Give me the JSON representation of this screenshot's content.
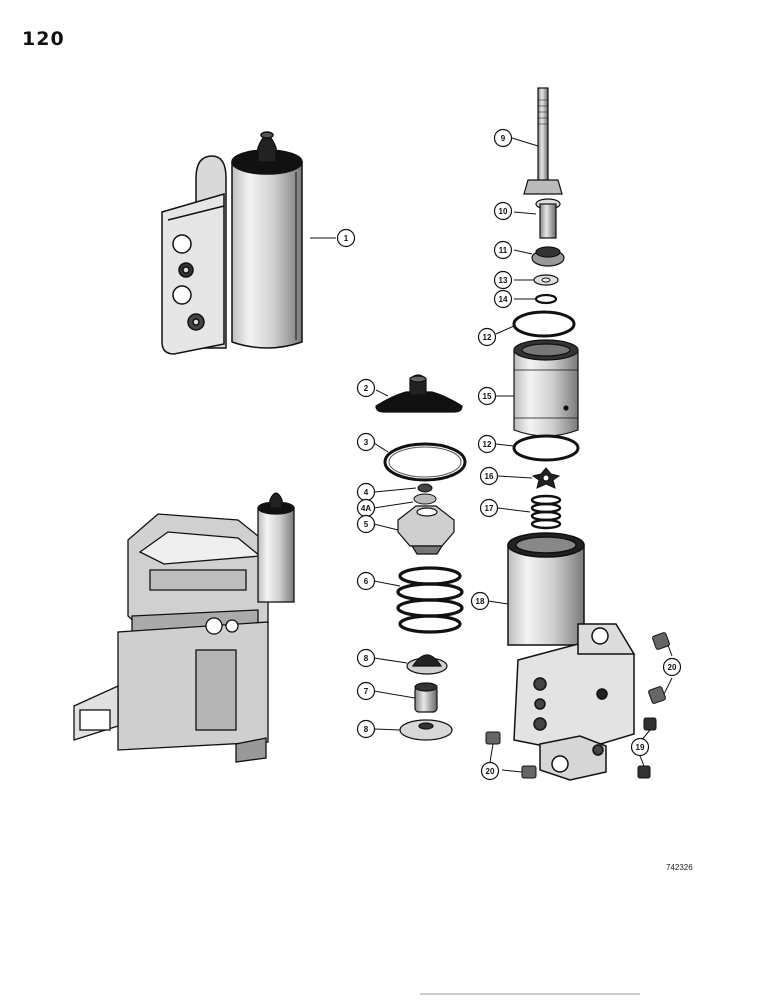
{
  "page": {
    "number": "120",
    "figure_code": "742326"
  },
  "callouts": [
    {
      "id": "c1",
      "label": "1"
    },
    {
      "id": "c2",
      "label": "2"
    },
    {
      "id": "c3",
      "label": "3"
    },
    {
      "id": "c4",
      "label": "4"
    },
    {
      "id": "c4a",
      "label": "4A"
    },
    {
      "id": "c5",
      "label": "5"
    },
    {
      "id": "c6",
      "label": "6"
    },
    {
      "id": "c8a",
      "label": "8"
    },
    {
      "id": "c7",
      "label": "7"
    },
    {
      "id": "c8b",
      "label": "8"
    },
    {
      "id": "c9",
      "label": "9"
    },
    {
      "id": "c10",
      "label": "10"
    },
    {
      "id": "c11",
      "label": "11"
    },
    {
      "id": "c13",
      "label": "13"
    },
    {
      "id": "c14",
      "label": "14"
    },
    {
      "id": "c12a",
      "label": "12"
    },
    {
      "id": "c15",
      "label": "15"
    },
    {
      "id": "c12b",
      "label": "12"
    },
    {
      "id": "c16",
      "label": "16"
    },
    {
      "id": "c17",
      "label": "17"
    },
    {
      "id": "c18",
      "label": "18"
    },
    {
      "id": "c20a",
      "label": "20"
    },
    {
      "id": "c19",
      "label": "19"
    },
    {
      "id": "c20b",
      "label": "20"
    }
  ]
}
